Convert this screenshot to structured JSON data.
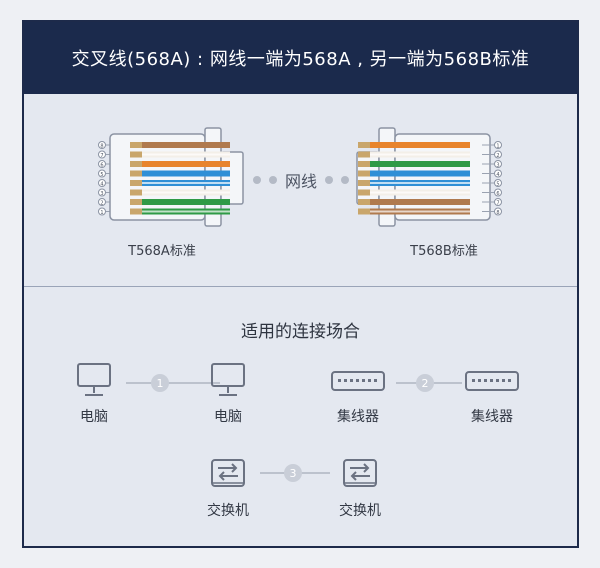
{
  "header": {
    "title": "交叉线(568A) : 网线一端为568A , 另一端为568B标准"
  },
  "cable": {
    "middle_label": "网线",
    "left_label": "T568A标准",
    "right_label": "T568B标准",
    "left_pins": [
      "8",
      "7",
      "6",
      "5",
      "4",
      "3",
      "2",
      "1"
    ],
    "right_pins": [
      "1",
      "2",
      "3",
      "4",
      "5",
      "6",
      "7",
      "8"
    ]
  },
  "usage": {
    "title": "适用的连接场合",
    "pairs": [
      {
        "number": "1",
        "left": "电脑",
        "right": "电脑"
      },
      {
        "number": "2",
        "left": "集线器",
        "right": "集线器"
      },
      {
        "number": "3",
        "left": "交换机",
        "right": "交换机"
      }
    ]
  },
  "colors": {
    "navy": "#1b2a4c",
    "wire_brown": "#b07a4e",
    "wire_orange": "#e8842c",
    "wire_green": "#2f9a46",
    "wire_blue": "#2f8fd6",
    "wire_white": "#f3efe8",
    "plug_gold": "#c9a66b"
  }
}
